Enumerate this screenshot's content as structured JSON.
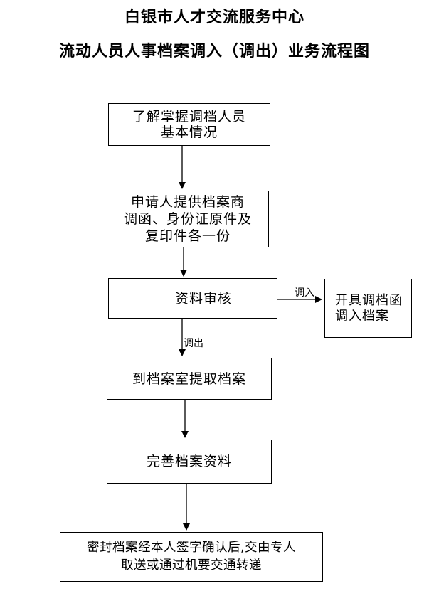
{
  "title": {
    "line1": "白银市人才交流服务中心",
    "line2": "流动人员人事档案调入（调出）业务流程图"
  },
  "nodes": {
    "step1": "了解掌握调档人员\n基本情况",
    "step2": "申请人提供档案商\n调函、身份证原件及\n复印件各一份",
    "step3": "资料审核",
    "step4": "开具调档函\n调入档案",
    "step5": "到档案室提取档案",
    "step6": "完善档案资料",
    "step7": "密封档案经本人签字确认后,交由专人\n取送或通过机要交通转递"
  },
  "edges": {
    "in_label": "调入",
    "out_label": "调出"
  }
}
